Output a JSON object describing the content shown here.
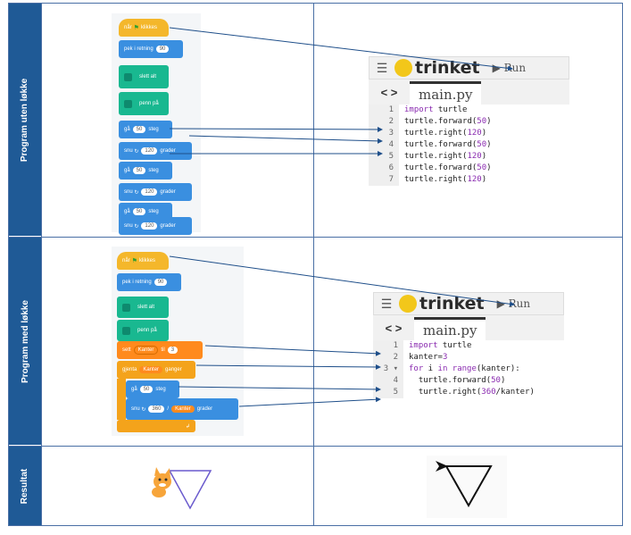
{
  "rows": {
    "row1_label": "Program uten løkke",
    "row2_label": "Program med løkke",
    "row3_label": "Resultat"
  },
  "scratch1": {
    "when_flag_pre": "når",
    "when_flag_post": "klikkes",
    "point_text": "pek i retning",
    "point_val": "90",
    "clear_text": "slett alt",
    "pen_down_text": "penn på",
    "move_text": "gå",
    "move_val": "50",
    "move_unit": "steg",
    "turn_text": "snu",
    "turn_val": "120",
    "turn_unit": "grader",
    "turn_icon": "↻"
  },
  "scratch2": {
    "when_flag_pre": "når",
    "when_flag_post": "klikkes",
    "point_text": "pek i retning",
    "point_val": "90",
    "clear_text": "slett alt",
    "pen_down_text": "penn på",
    "set_text": "sett",
    "set_var": "Kanter",
    "set_to": "til",
    "set_val": "3",
    "repeat_text": "gjenta",
    "repeat_var": "Kanter",
    "repeat_unit": "ganger",
    "move_text": "gå",
    "move_val": "50",
    "move_unit": "steg",
    "turn_text": "snu",
    "turn_num": "360",
    "turn_div": "/",
    "turn_var": "Kanter",
    "turn_unit": "grader",
    "loop_end": "↲"
  },
  "trinket": {
    "menu_icon": "☰",
    "logo": "trinket",
    "run_label": "▶ Run",
    "nav_arrows": "< >",
    "tab": "main.py"
  },
  "code1": {
    "gutter": [
      "1",
      "2",
      "3",
      "4",
      "5",
      "6",
      "7"
    ],
    "lines": [
      "import turtle",
      "turtle.forward(50)",
      "turtle.right(120)",
      "turtle.forward(50)",
      "turtle.right(120)",
      "turtle.forward(50)",
      "turtle.right(120)"
    ]
  },
  "code2": {
    "gutter": [
      "1",
      "2",
      "3 ▾",
      "4",
      "5"
    ],
    "lines": [
      "import turtle",
      "kanter=3",
      "for i in range(kanter):",
      "  turtle.forward(50)",
      "  turtle.right(360/kanter)"
    ]
  },
  "colors": {
    "label_bg": "#1f5a96",
    "arrow": "#1f4f8a",
    "motion": "#3a8fe0",
    "pen": "#19b890",
    "events": "#f4b72b",
    "variables": "#ff8a1d"
  }
}
